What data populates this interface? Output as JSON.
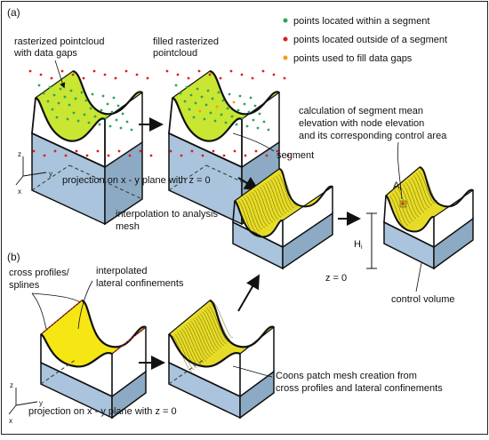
{
  "panels": {
    "a": "(a)",
    "b": "(b)"
  },
  "legend": [
    {
      "text": "points located within a segment",
      "color": "#2ca25f"
    },
    {
      "text": "points located outside of a segment",
      "color": "#e31a1c"
    },
    {
      "text": "points used to fill data gaps",
      "color": "#f39c12"
    }
  ],
  "labels": {
    "rasterized_l1": "rasterized pointcloud",
    "rasterized_l2": "with data gaps",
    "filled_l1": "filled rasterized",
    "filled_l2": "pointcloud",
    "segment": "segment",
    "calc_l1": "calculation of segment mean",
    "calc_l2": "elevation with node elevation",
    "calc_l3": "and its corresponding control area",
    "area": "A",
    "area_sub": "i",
    "height": "H",
    "height_sub": "i",
    "zero": "z = 0",
    "control_volume": "control volume",
    "projection_a": "projection on x - y plane with z = 0",
    "interp_l1": "interpolation to analysis",
    "interp_l2": "mesh",
    "cross_l1": "cross profiles/",
    "cross_l2": "splines",
    "lat_l1": "interpolated",
    "lat_l2": "lateral confinements",
    "coons_l1": "Coons patch mesh creation from",
    "coons_l2": "cross profiles and lateral confinements",
    "projection_b": "projection on x - y plane with z = 0"
  },
  "axes": {
    "x": "x",
    "y": "y",
    "z": "z"
  },
  "colors": {
    "block": "#a9c4dc",
    "block_dark": "#8daac4",
    "surface_green": "#c8e632",
    "surface_yellow": "#f5e614",
    "mesh_yellow": "#e6dc28",
    "outline": "#111111"
  }
}
